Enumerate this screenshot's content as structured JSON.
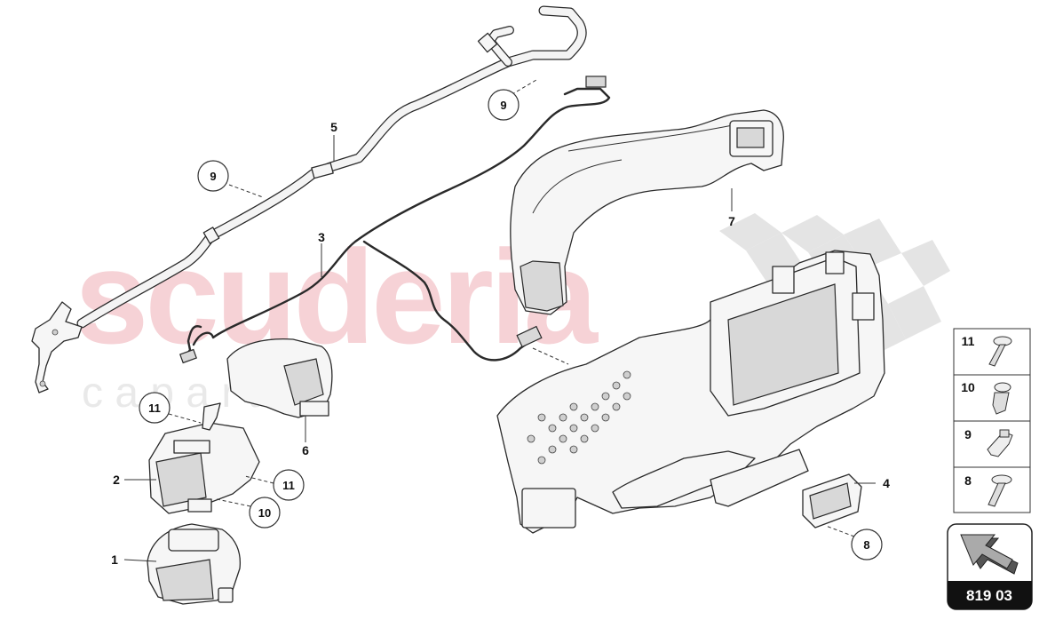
{
  "watermark": {
    "main": "scuderia",
    "sub": "c a p a r t s"
  },
  "callouts": {
    "c1": "1",
    "c2": "2",
    "c3": "3",
    "c4": "4",
    "c5": "5",
    "c6": "6",
    "c7": "7",
    "r9a": "9",
    "r9b": "9",
    "r11a": "11",
    "r11b": "11",
    "r10": "10",
    "r8": "8"
  },
  "legend": {
    "l11": "11",
    "l10": "10",
    "l9": "9",
    "l8": "8"
  },
  "reference": {
    "code": "819 03"
  }
}
